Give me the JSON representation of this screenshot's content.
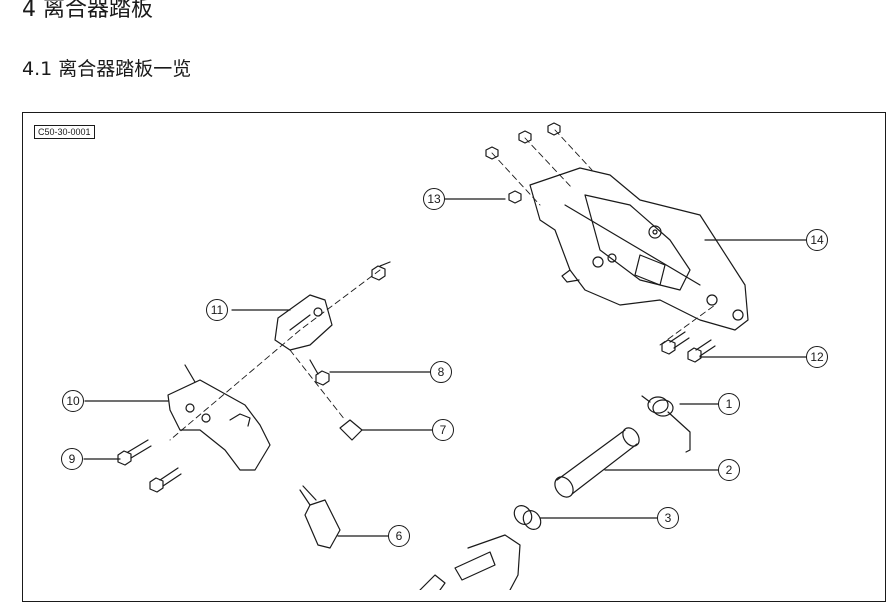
{
  "section": {
    "title": "4 离合器踏板"
  },
  "subsection": {
    "title": "4.1 离合器踏板一览"
  },
  "figure": {
    "code": "C50-30-0001",
    "callouts": [
      "1",
      "2",
      "3",
      "6",
      "7",
      "8",
      "9",
      "10",
      "11",
      "12",
      "13",
      "14"
    ]
  },
  "colors": {
    "line": "#1a1a1a",
    "background": "#ffffff"
  }
}
